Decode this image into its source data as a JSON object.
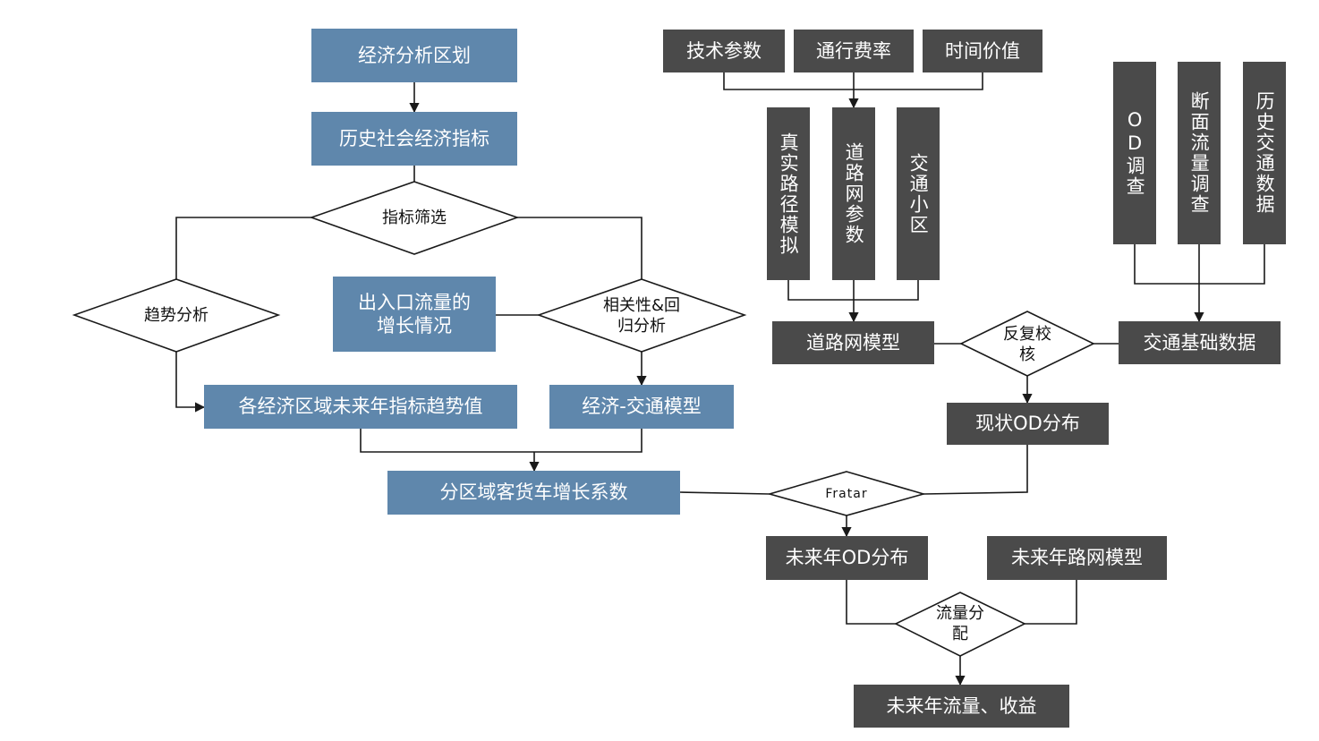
{
  "economic_branch": {
    "zoning": "经济分析区划",
    "historic_indicators": "历史社会经济指标",
    "indicator_screening": "指标筛选",
    "trend_analysis": "趋势分析",
    "entry_exit_growth": "出入口流量的增长情况",
    "correlation_regression": "相关性&回归分析",
    "future_trend_values": "各经济区域未来年指标趋势值",
    "econ_traffic_model": "经济-交通模型",
    "growth_coefficients": "分区域客货车增长系数"
  },
  "network_branch": {
    "tech_params": "技术参数",
    "toll_rate": "通行费率",
    "time_value": "时间价值",
    "route_simulation": "真实路径模拟",
    "network_params": "道路网参数",
    "traffic_zones": "交通小区",
    "network_model": "道路网模型",
    "repeat_calibration": "反复校核"
  },
  "survey_branch": {
    "od_survey": "OD调查",
    "section_flow_survey": "断面流量调查",
    "historic_traffic_data": "历史交通数据",
    "basic_traffic_data": "交通基础数据"
  },
  "forecast": {
    "current_od": "现状OD分布",
    "fratar": "Fratar",
    "future_od": "未来年OD分布",
    "future_network": "未来年路网模型",
    "assignment": "流量分配",
    "future_flow_revenue": "未来年流量、收益"
  },
  "colors": {
    "blue_box": "#5f87ac",
    "gray_box": "#4a4a4a",
    "connector": "#1a1a1a"
  }
}
